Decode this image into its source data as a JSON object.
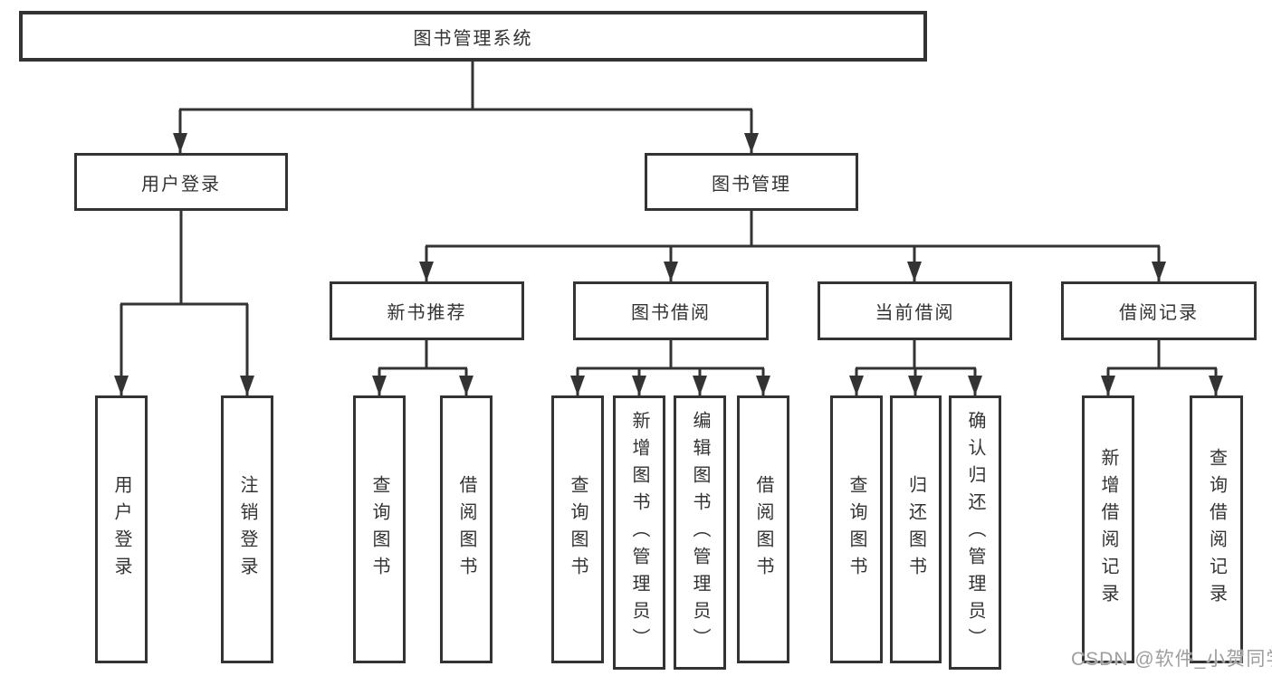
{
  "diagram": {
    "root": "图书管理系统",
    "level2": {
      "user_group": "用户登录",
      "book_mgmt": "图书管理"
    },
    "level3": {
      "new_book_rec": "新书推荐",
      "book_borrow": "图书借阅",
      "current_borrow": "当前借阅",
      "borrow_records": "借阅记录"
    },
    "leaves": {
      "user_login": "用户登录",
      "logout": "注销登录",
      "rec_query": "查询图书",
      "rec_borrow": "借阅图书",
      "bb_query": "查询图书",
      "bb_add": "新增图书（管理员）",
      "bb_edit": "编辑图书（管理员）",
      "bb_borrow": "借阅图书",
      "cb_query": "查询图书",
      "cb_return": "归还图书",
      "cb_confirm": "确认归还（管理员）",
      "br_add": "新增借阅记录",
      "br_query": "查询借阅记录"
    }
  },
  "watermark": "CSDN @软件_小贺同学",
  "colors": {
    "line": "#333333",
    "box_border": "#333333",
    "box_fill": "#ffffff",
    "text": "#333333",
    "watermark": "#9e9e9e",
    "background": "#ffffff"
  }
}
